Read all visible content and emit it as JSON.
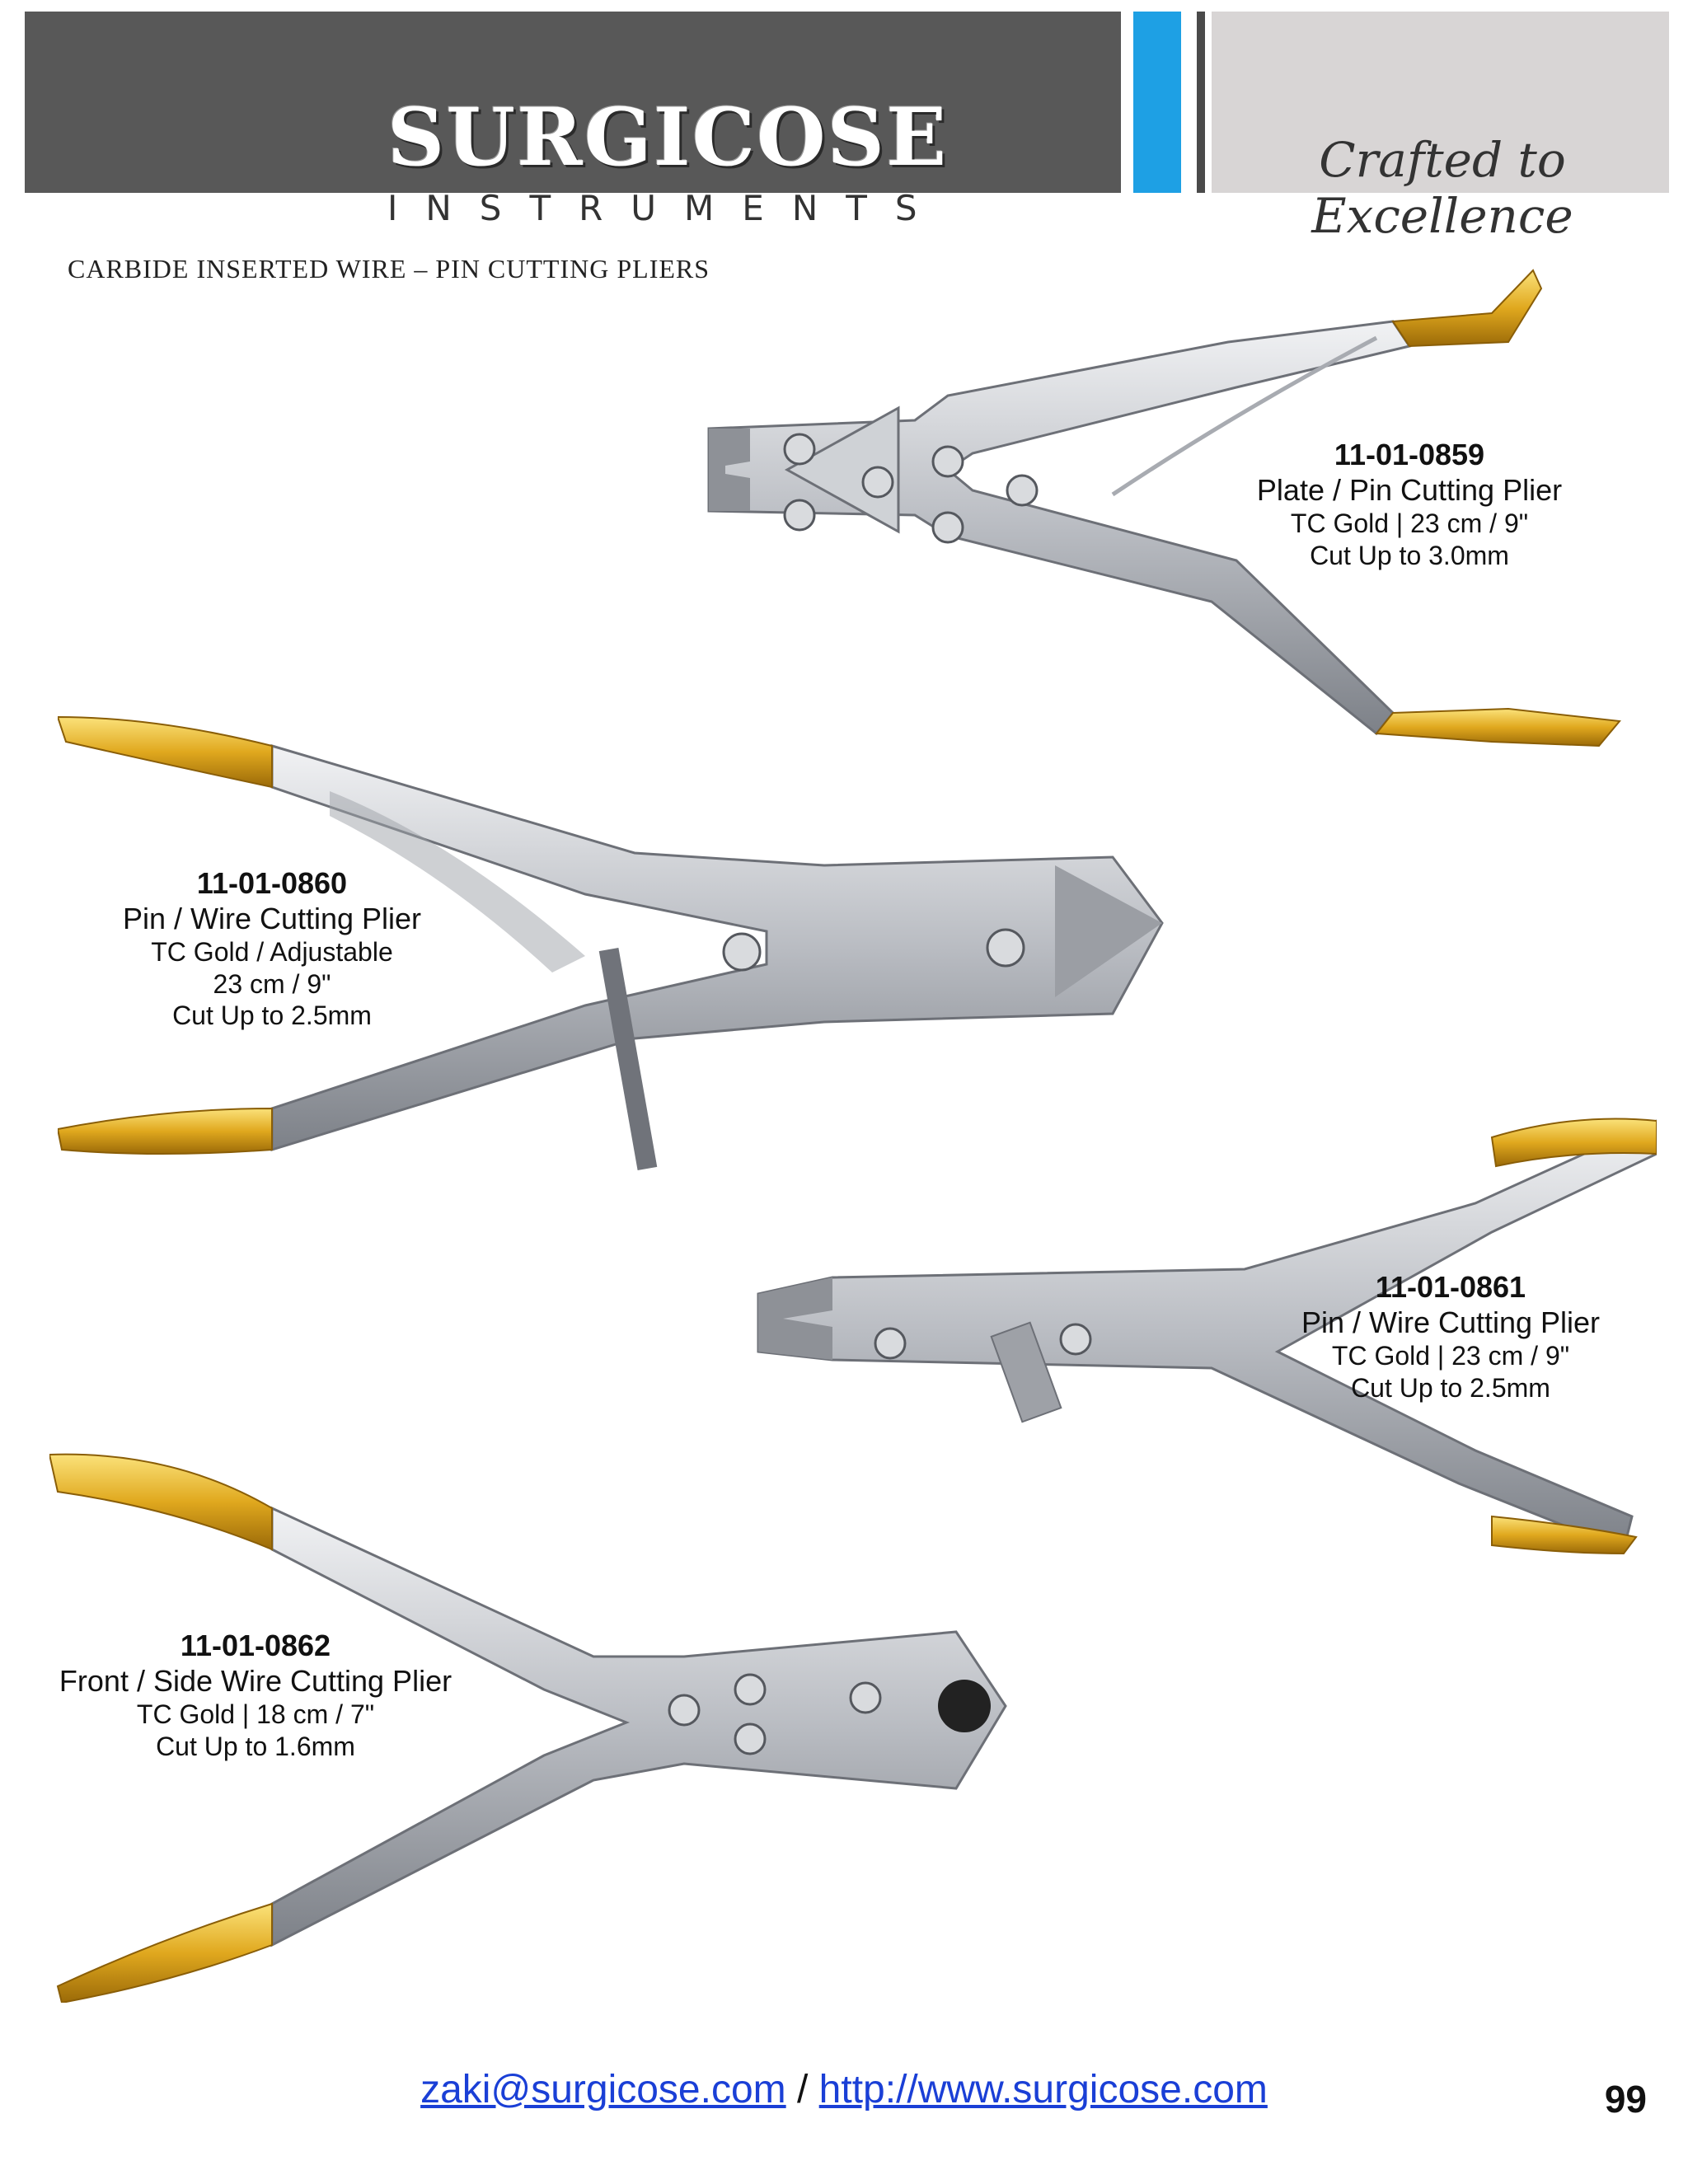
{
  "header": {
    "brand": "SURGICOSE",
    "brand_sub": "INSTRUMENTS",
    "tagline": "Crafted to Excellence",
    "colors": {
      "dark": "#585858",
      "blue": "#1ea0e4",
      "light": "#d8d5d5"
    }
  },
  "title": "CARBIDE INSERTED WIRE – PIN CUTTING PLIERS",
  "products": [
    {
      "code": "11-01-0859",
      "name": "Plate / Pin Cutting Plier",
      "specs": [
        "TC Gold | 23 cm / 9\"",
        "Cut Up to 3.0mm"
      ]
    },
    {
      "code": "11-01-0860",
      "name": "Pin / Wire Cutting Plier",
      "specs": [
        "TC Gold / Adjustable",
        "23 cm / 9\"",
        "Cut Up to 2.5mm"
      ]
    },
    {
      "code": "11-01-0861",
      "name": "Pin / Wire Cutting Plier",
      "specs": [
        "TC Gold | 23 cm / 9\"",
        "Cut Up to 2.5mm"
      ]
    },
    {
      "code": "11-01-0862",
      "name": "Front / Side Wire Cutting Plier",
      "specs": [
        "TC Gold | 18 cm / 7\"",
        "Cut Up to 1.6mm"
      ]
    }
  ],
  "footer": {
    "email": "zaki@surgicose.com",
    "separator": "/",
    "website": "http://www.surgicose.com",
    "page": "99"
  }
}
